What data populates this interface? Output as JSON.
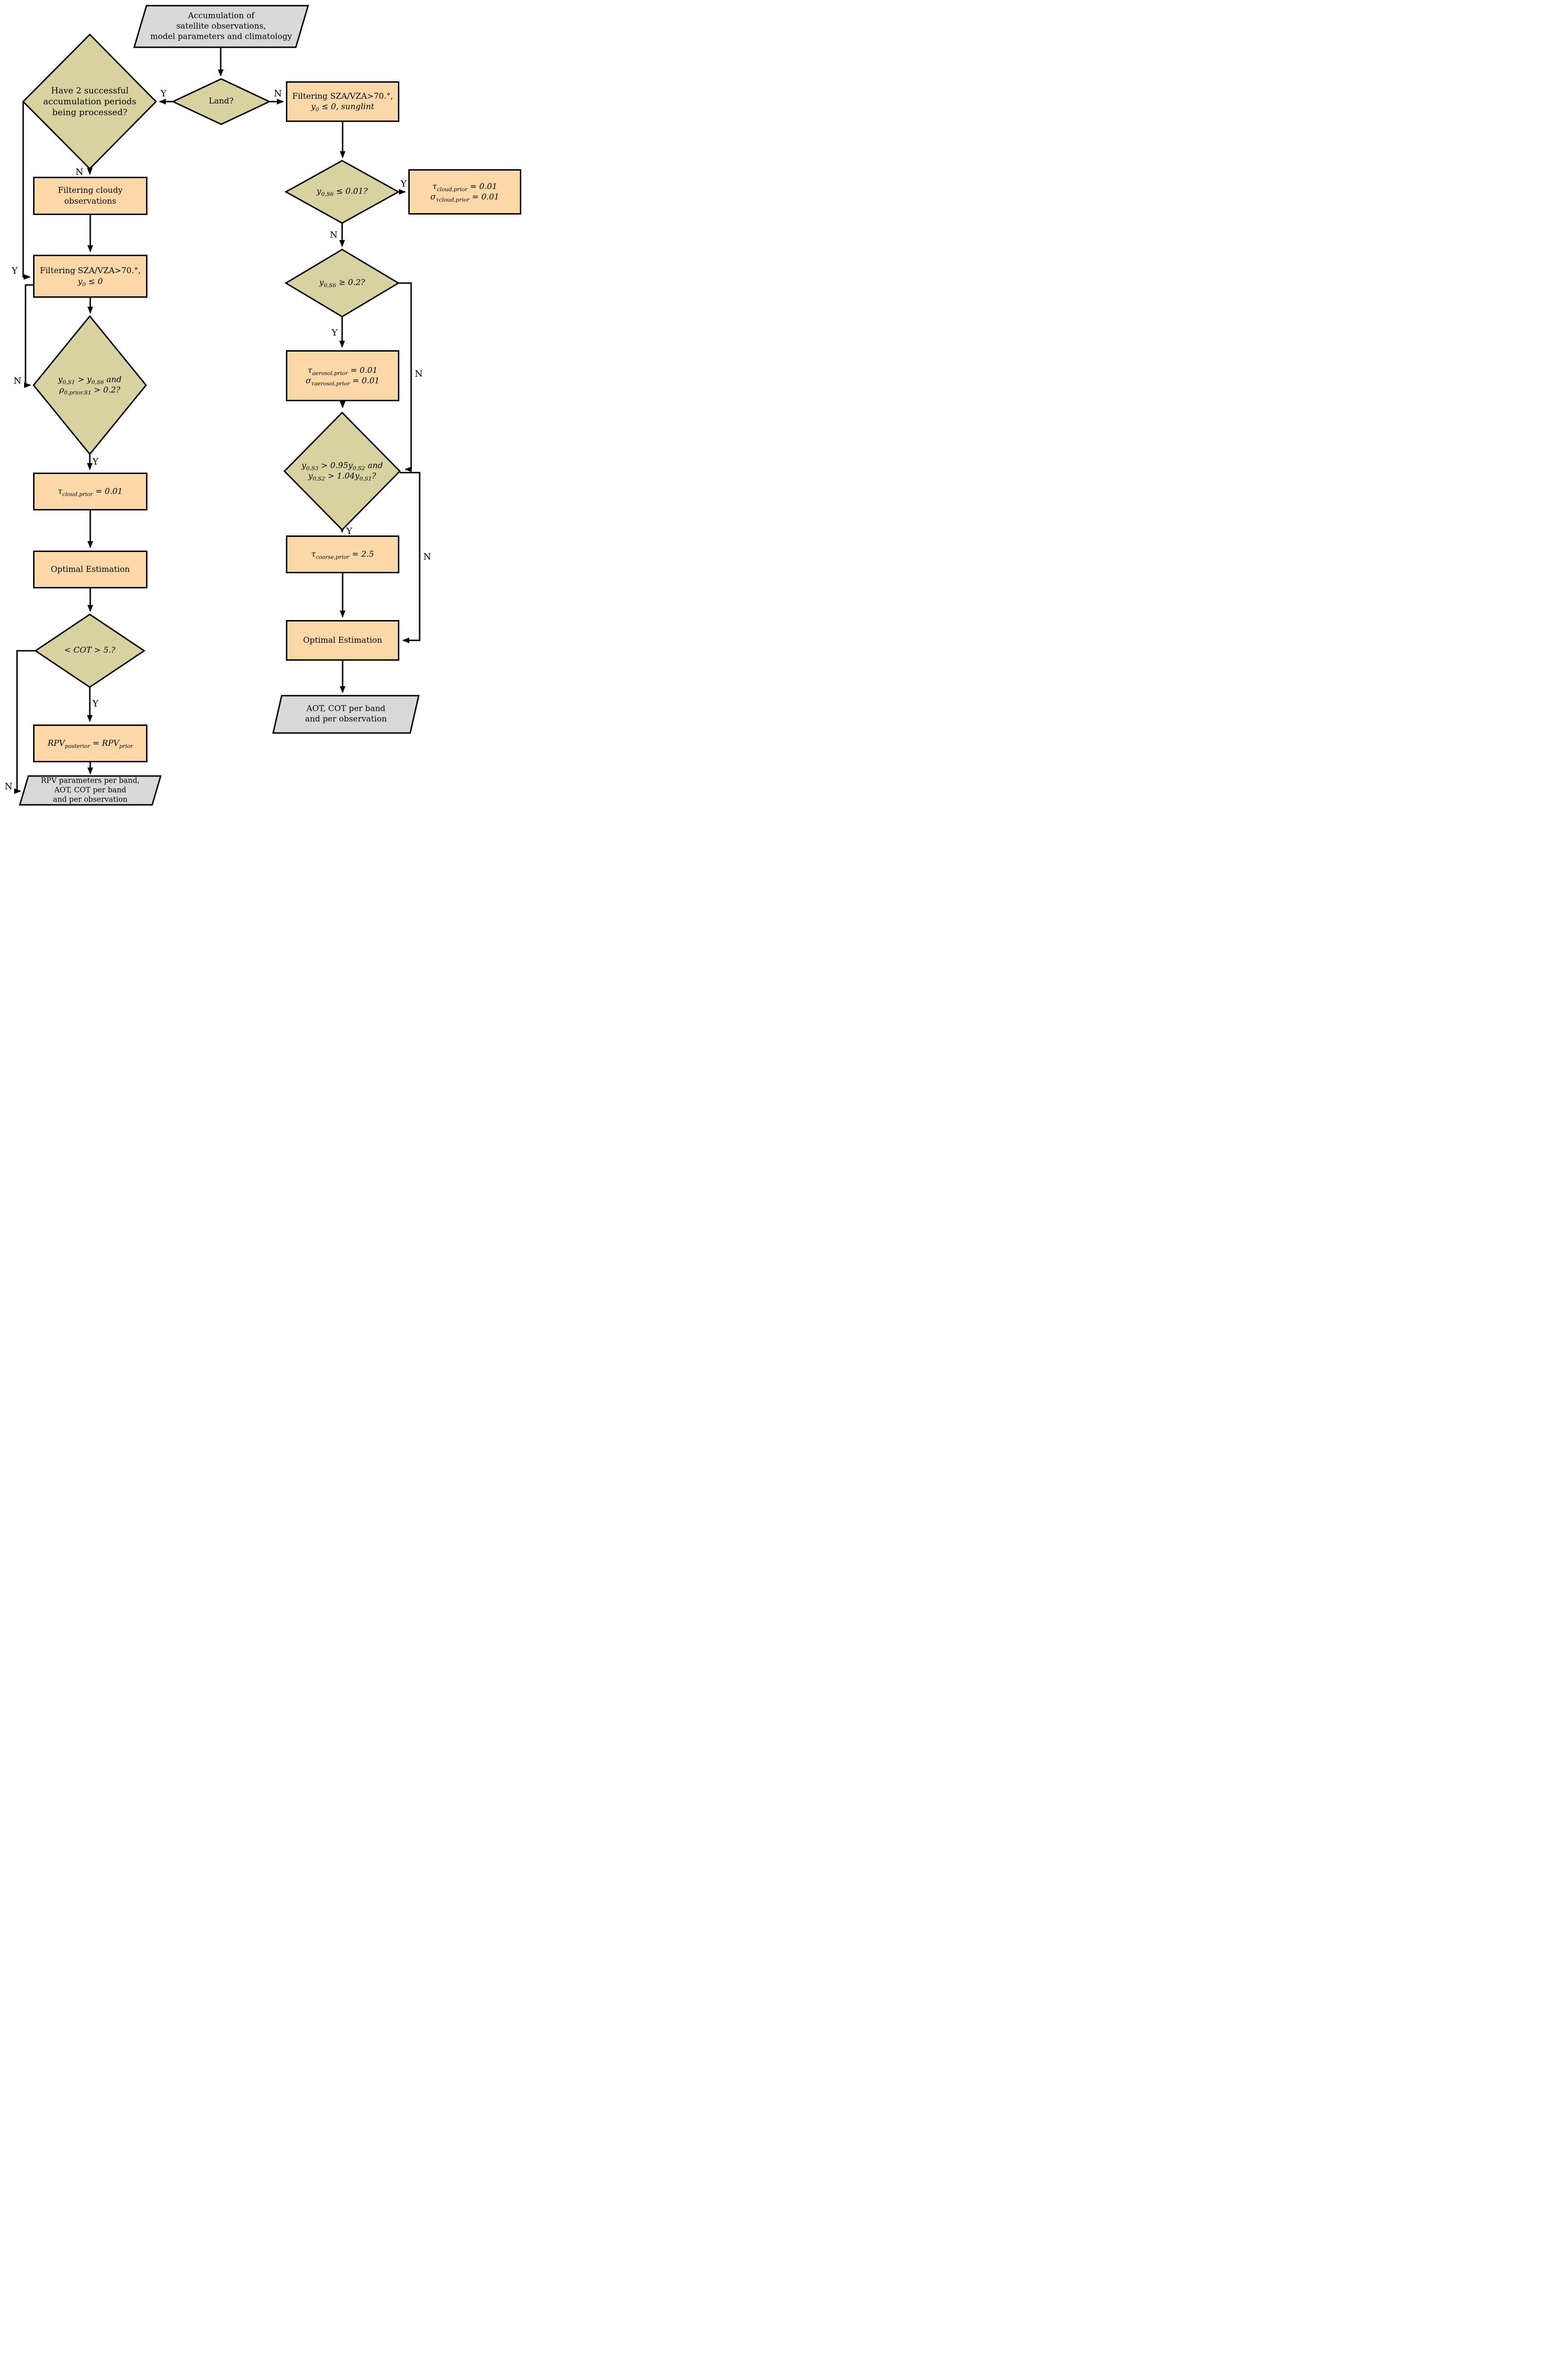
{
  "colors": {
    "process_fill": "#fcd8a8",
    "decision_fill": "#d8d1a0",
    "io_fill": "#d9d9d9",
    "line": "#000000",
    "background": "#ffffff"
  },
  "labels": {
    "yes": "Y",
    "no": "N"
  },
  "nodes": {
    "start": {
      "line1": "Accumulation of",
      "line2": "satellite observations,",
      "line3": "model parameters and climatology"
    },
    "land": {
      "text": "Land?"
    },
    "have_two_periods": {
      "line1": "Have 2 successful",
      "line2": "accumulation periods",
      "line3": "being processed?"
    },
    "filter_cloudy": {
      "line1": "Filtering cloudy",
      "line2": "observations"
    },
    "filter_sza_left": {
      "line1": "Filtering SZA/VZA>70.°,",
      "line2": "y_{0} ≤ 0"
    },
    "brightness_test": {
      "line1": "y_{0,S1} > y_{0,S6} and",
      "line2": "ρ_{0,prior,S1} > 0.2?"
    },
    "tau_cloud_prior_left": {
      "text": "τ_{cloud,prior} = 0.01"
    },
    "optimal_estimation_left": {
      "text": "Optimal Estimation"
    },
    "cot_test": {
      "text": "< COT > 5.?"
    },
    "rpv_assign": {
      "text": "RPV_{posterior} = RPV_{prior}"
    },
    "output_left": {
      "line1": "RPV parameters per band,",
      "line2": "AOT, COT per band",
      "line3": "and per observation"
    },
    "filter_sza_right": {
      "line1": "Filtering SZA/VZA>70.°,",
      "line2": "y_{0} ≤ 0, sunglint"
    },
    "dark_test": {
      "text": "y_{0,S6} ≤ 0.01?"
    },
    "tau_cloud_prior_right": {
      "line1": "τ_{cloud,prior} = 0.01",
      "line2": "σ_{τcloud,prior} = 0.01"
    },
    "bright_test": {
      "text": "y_{0,S6} ≥ 0.2?"
    },
    "tau_aerosol_prior": {
      "line1": "τ_{aerosol,prior} = 0.01",
      "line2": "σ_{τaerosol,prior} = 0.01"
    },
    "spectral_test": {
      "line1": "y_{0,S3} > 0.95y_{0,S2} and",
      "line2": "y_{0,S2} > 1.04y_{0,S1}?"
    },
    "tau_coarse_prior": {
      "text": "τ_{coarse,prior} = 2.5"
    },
    "optimal_estimation_right": {
      "text": "Optimal Estimation"
    },
    "output_right": {
      "line1": "AOT, COT per band",
      "line2": "and per observation"
    }
  }
}
